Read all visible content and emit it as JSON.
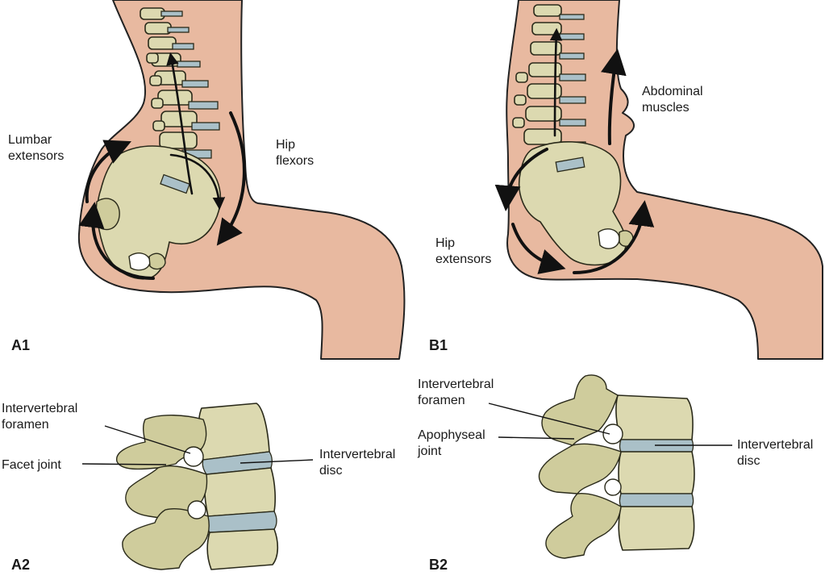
{
  "panels": {
    "a1": {
      "id": "A1",
      "labels": {
        "lumbar_extensors": [
          "Lumbar",
          "extensors"
        ],
        "hip_flexors": [
          "Hip",
          "flexors"
        ]
      }
    },
    "b1": {
      "id": "B1",
      "labels": {
        "abdominal_muscles": [
          "Abdominal",
          "muscles"
        ],
        "hip_extensors": [
          "Hip",
          "extensors"
        ]
      }
    },
    "a2": {
      "id": "A2",
      "labels": {
        "intervertebral_foramen": [
          "Intervertebral",
          "foramen"
        ],
        "facet_joint": "Facet joint",
        "intervertebral_disc": [
          "Intervertebral",
          "disc"
        ]
      }
    },
    "b2": {
      "id": "B2",
      "labels": {
        "intervertebral_foramen": [
          "Intervertebral",
          "foramen"
        ],
        "apophyseal_joint": [
          "Apophyseal",
          "joint"
        ],
        "intervertebral_disc": [
          "Intervertebral",
          "disc"
        ]
      }
    }
  },
  "colors": {
    "skin": "#e8b9a0",
    "bone": "#dcd9b0",
    "disc": "#aac0c8",
    "arrow": "#111111"
  }
}
